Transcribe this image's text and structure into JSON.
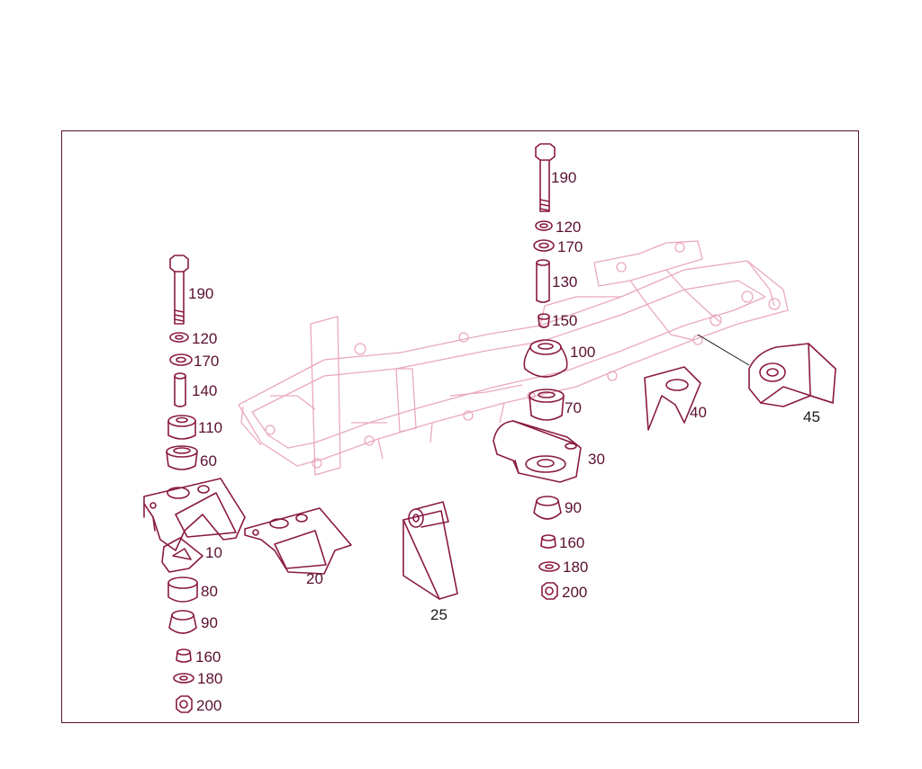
{
  "colors": {
    "line": "#8a1a44",
    "frame_line": "#e9a9bc",
    "border": "#5a1030",
    "label": "#5a1030",
    "label_dark": "#1a1a1a"
  },
  "left_stack": {
    "bolt": "190",
    "washer_top": "120",
    "washer_mid": "170",
    "sleeve": "140",
    "upper_rubber": "110",
    "spacer": "60",
    "lower_rubber": "80",
    "cone_rubber": "90",
    "small_bushing": "160",
    "flat_washer": "180",
    "nut": "200"
  },
  "center_stack": {
    "bolt": "190",
    "washer_top": "120",
    "washer_mid": "170",
    "sleeve": "130",
    "small_bushing_top": "150",
    "mount_rubber": "100",
    "spacer": "70",
    "cone_rubber": "90",
    "small_bushing": "160",
    "flat_washer": "180",
    "nut": "200"
  },
  "brackets": {
    "left_bracket": "10",
    "middle_bracket": "20",
    "pedestal": "25",
    "carrier_arm": "30",
    "rear_bracket": "40",
    "rear_mount": "45"
  }
}
